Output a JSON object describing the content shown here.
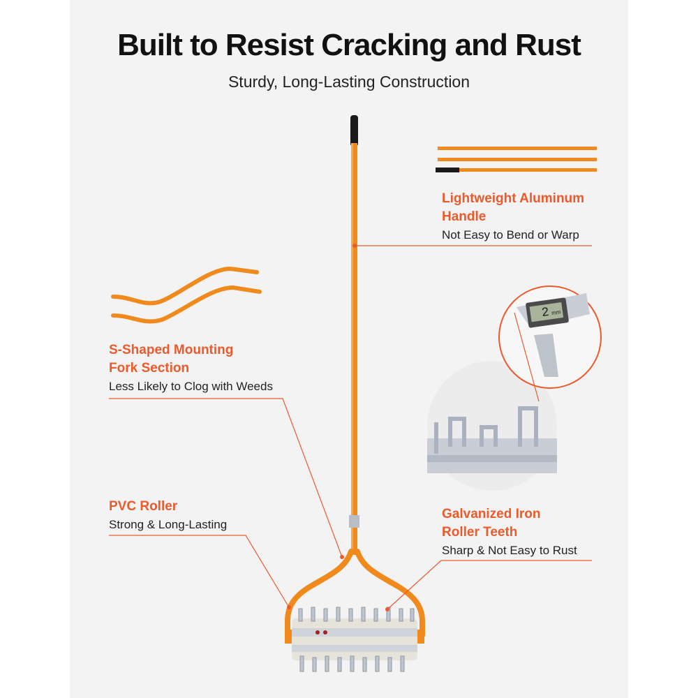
{
  "header": {
    "title": "Built to Resist Cracking and Rust",
    "subtitle": "Sturdy, Long-Lasting Construction"
  },
  "callouts": [
    {
      "id": "handle",
      "title_lines": [
        "Lightweight Aluminum",
        "Handle"
      ],
      "description": "Not Easy to Bend or Warp"
    },
    {
      "id": "fork",
      "title_lines": [
        "S-Shaped Mounting",
        "Fork Section"
      ],
      "description": "Less Likely to Clog with Weeds"
    },
    {
      "id": "roller",
      "title_lines": [
        "PVC Roller"
      ],
      "description": "Strong & Long-Lasting"
    },
    {
      "id": "teeth",
      "title_lines": [
        "Galvanized Iron",
        "Roller Teeth"
      ],
      "description": "Sharp & Not Easy to Rust"
    }
  ],
  "caliper": {
    "reading": "2",
    "unit": "mm"
  },
  "colors": {
    "accent": "#ec5a2c",
    "handle_orange": "#f08a1c",
    "steel": "#c9ced6",
    "background": "#f3f3f3",
    "grip": "#1a1a1a"
  }
}
